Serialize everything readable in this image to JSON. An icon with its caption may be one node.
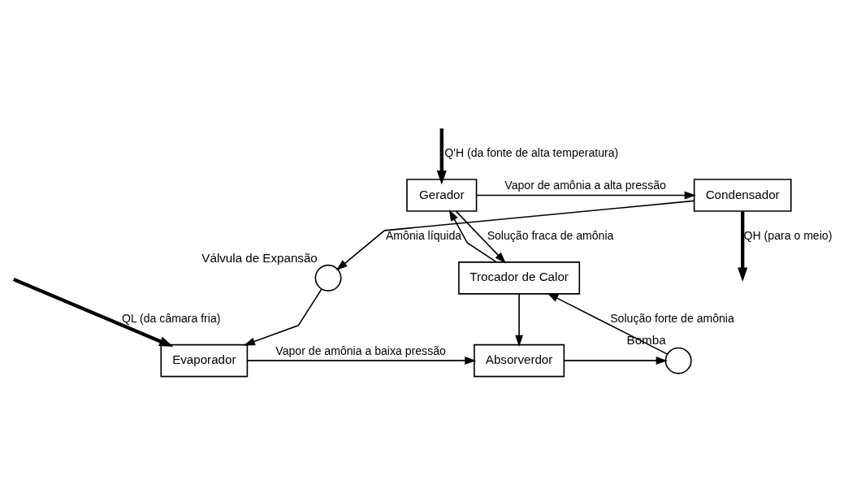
{
  "diagram": {
    "nodes": [
      {
        "text": [
          "Gerador"
        ]
      },
      {
        "text": [
          "Trocador de Calor"
        ]
      },
      {
        "text": [
          "Absorverdor"
        ]
      },
      {
        "text": [
          "Bomba"
        ]
      },
      {
        "text": [
          "Condensador"
        ]
      },
      {
        "text": [
          "Válvula de Expansão"
        ]
      },
      {
        "text": [
          "Evaporador"
        ]
      }
    ],
    "edges": [
      {
        "from": null,
        "to": 0,
        "arrow": "to",
        "style": "thick",
        "label": "Q'H (da fonte de alta temperatura)"
      },
      {
        "from": 0,
        "to": 4,
        "arrow": "to",
        "label": "Vapor de amônia a alta pressão"
      },
      {
        "from": 4,
        "to": null,
        "arrow": "to",
        "style": "thick",
        "label": "QH (para o meio)"
      },
      {
        "from": 0,
        "to": 1,
        "arrow": "to",
        "label": "Solução fraca de amônia"
      },
      {
        "from": 1,
        "to": 0,
        "arrow": "to"
      },
      {
        "from": 4,
        "to": 5,
        "arrow": "to",
        "label": "Amônia líquida"
      },
      {
        "from": 3,
        "to": 1,
        "arrow": "to",
        "label": "Solução forte de amônia"
      },
      {
        "from": 1,
        "to": 2,
        "arrow": "to"
      },
      {
        "from": 5,
        "to": 6,
        "arrow": "to"
      },
      {
        "from": 6,
        "to": 2,
        "arrow": "to",
        "label": "Vapor de amônia a baixa pressão"
      },
      {
        "from": 2,
        "to": 3,
        "arrow": "to"
      },
      {
        "from": null,
        "to": 6,
        "arrow": "to",
        "style": "thick",
        "label": "QL (da câmara fria)"
      }
    ]
  }
}
